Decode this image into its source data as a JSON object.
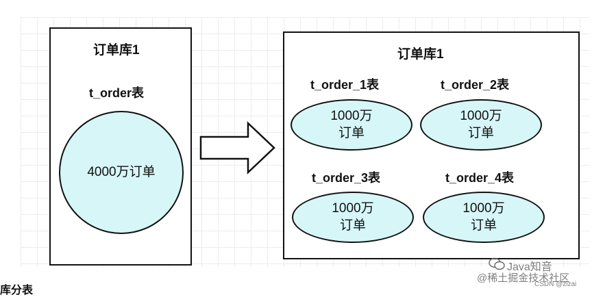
{
  "left_db": {
    "title": "订单库1",
    "table": {
      "name": "t_order表",
      "content": "4000万订单"
    }
  },
  "right_db": {
    "title": "订单库1",
    "tables": [
      {
        "name": "t_order_1表",
        "content": "1000万订单"
      },
      {
        "name": "t_order_2表",
        "content": "1000万订单"
      },
      {
        "name": "t_order_3表",
        "content": "1000万订单"
      },
      {
        "name": "t_order_4表",
        "content": "1000万订单"
      }
    ]
  },
  "watermarks": [
    "Java知音",
    "@稀土掘金技术社区",
    "CSDN @zizai"
  ],
  "caption": "库分表",
  "colors": {
    "cell_fill": "#d6f6f7",
    "stroke": "#111111",
    "grid": "#ececec"
  },
  "icons": [
    "right-arrow-icon",
    "wechat-logo-icon"
  ]
}
